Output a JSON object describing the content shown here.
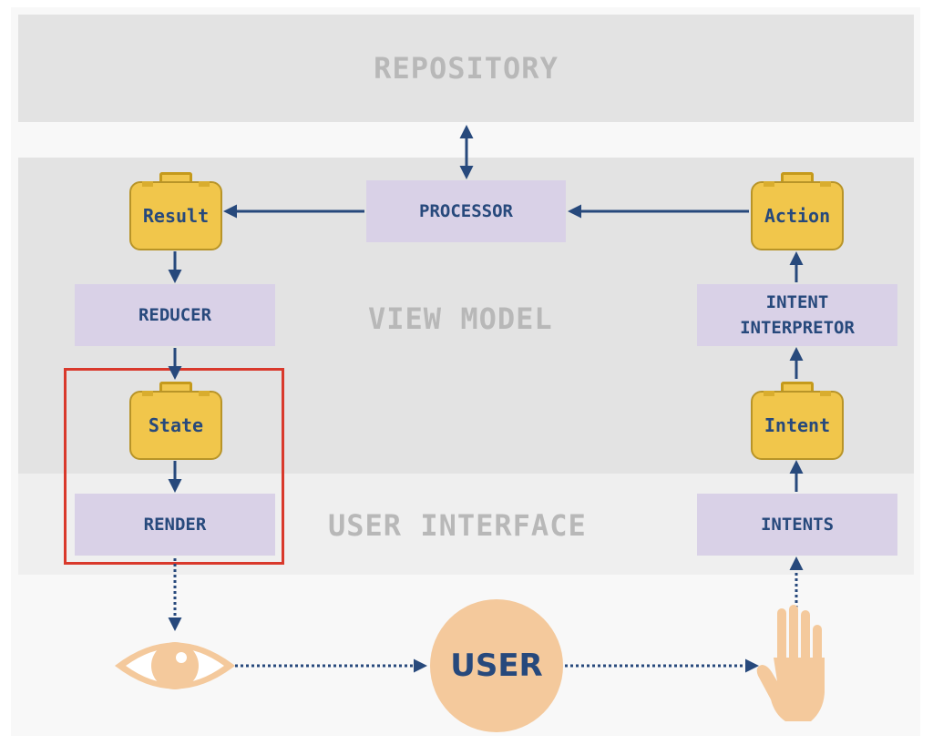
{
  "layers": {
    "repository": "REPOSITORY",
    "view_model": "VIEW MODEL",
    "user_interface": "USER INTERFACE"
  },
  "boxes": {
    "processor": "PROCESSOR",
    "reducer": "REDUCER",
    "intent_interpretor_line1": "INTENT",
    "intent_interpretor_line2": "INTERPRETOR",
    "render": "RENDER",
    "intents": "INTENTS"
  },
  "bags": {
    "result": "Result",
    "action": "Action",
    "state": "State",
    "intent": "Intent"
  },
  "user": "USER",
  "icons": {
    "eye": "eye-icon",
    "hand": "hand-icon"
  },
  "colors": {
    "band_repository": "#e3e3e3",
    "band_view_model": "#e3e3e3",
    "band_user_interface": "#efefef",
    "box": "#d9d1e7",
    "bag": "#f1c64b",
    "arrow": "#27497c",
    "user": "#f4c99c",
    "highlight": "#d9392c"
  }
}
